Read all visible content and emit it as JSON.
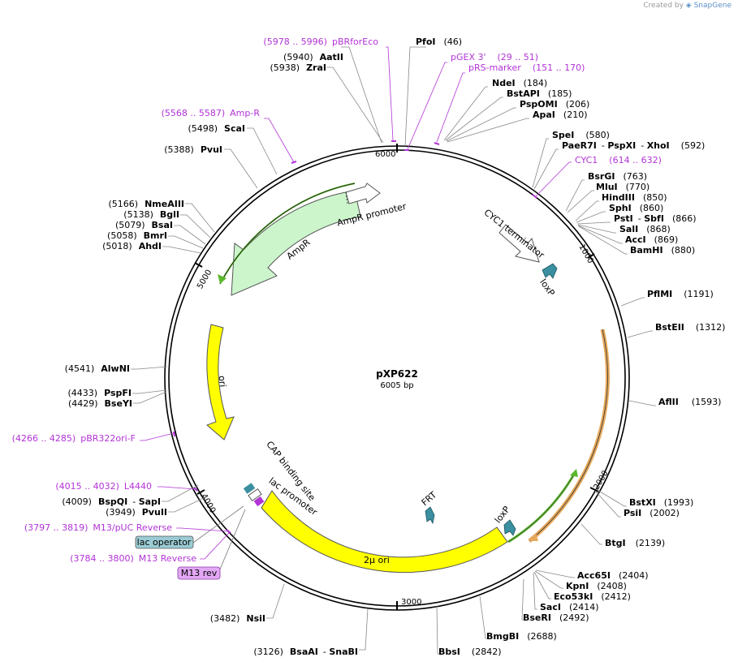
{
  "credit": {
    "prefix": "Created by",
    "brand": "SnapGene"
  },
  "plasmid": {
    "name": "pXP622",
    "length_label": "6005 bp",
    "length": 6005
  },
  "ticks": [
    "1000",
    "2000",
    "3000",
    "4000",
    "5000",
    "6000"
  ],
  "enzymes_right": [
    {
      "name": "PfoI",
      "pos": "(46)"
    },
    {
      "name": "NdeI",
      "pos": "(184)"
    },
    {
      "name": "BstAPI",
      "pos": "(185)"
    },
    {
      "name": "PspOMI",
      "pos": "(206)"
    },
    {
      "name": "ApaI",
      "pos": "(210)"
    },
    {
      "name": "SpeI",
      "pos": "(580)"
    },
    {
      "name": "PaeR7I",
      "extra": "PspXI",
      "extra2": "XhoI",
      "pos": "(592)"
    },
    {
      "name": "BsrGI",
      "pos": "(763)"
    },
    {
      "name": "MluI",
      "pos": "(770)"
    },
    {
      "name": "HindIII",
      "pos": "(850)"
    },
    {
      "name": "SphI",
      "pos": "(860)"
    },
    {
      "name": "PstI",
      "extra": "SbfI",
      "pos": "(866)"
    },
    {
      "name": "SalI",
      "pos": "(868)"
    },
    {
      "name": "AccI",
      "pos": "(869)"
    },
    {
      "name": "BamHI",
      "pos": "(880)"
    },
    {
      "name": "PflMI",
      "pos": "(1191)"
    },
    {
      "name": "BstEII",
      "pos": "(1312)"
    },
    {
      "name": "AflII",
      "pos": "(1593)"
    },
    {
      "name": "BstXI",
      "pos": "(1993)"
    },
    {
      "name": "PsiI",
      "pos": "(2002)"
    },
    {
      "name": "BtgI",
      "pos": "(2139)"
    },
    {
      "name": "Acc65I",
      "pos": "(2404)"
    },
    {
      "name": "KpnI",
      "pos": "(2408)"
    },
    {
      "name": "Eco53kI",
      "pos": "(2412)"
    },
    {
      "name": "SacI",
      "pos": "(2414)"
    },
    {
      "name": "BseRI",
      "pos": "(2492)"
    },
    {
      "name": "BmgBI",
      "pos": "(2688)"
    },
    {
      "name": "BbsI",
      "pos": "(2842)"
    }
  ],
  "enzymes_left": [
    {
      "name": "AatII",
      "pos": "(5940)"
    },
    {
      "name": "ZraI",
      "pos": "(5938)"
    },
    {
      "name": "ScaI",
      "pos": "(5498)"
    },
    {
      "name": "PvuI",
      "pos": "(5388)"
    },
    {
      "name": "NmeAIII",
      "pos": "(5166)"
    },
    {
      "name": "BglI",
      "pos": "(5138)"
    },
    {
      "name": "BsaI",
      "pos": "(5079)"
    },
    {
      "name": "BmrI",
      "pos": "(5058)"
    },
    {
      "name": "AhdI",
      "pos": "(5018)"
    },
    {
      "name": "AlwNI",
      "pos": "(4541)"
    },
    {
      "name": "PspFI",
      "pos": "(4433)"
    },
    {
      "name": "BseYI",
      "pos": "(4429)"
    },
    {
      "name": "BspQI",
      "extra": "SapI",
      "pos": "(4009)"
    },
    {
      "name": "PvuII",
      "pos": "(3949)"
    },
    {
      "name": "NsiI",
      "pos": "(3482)"
    },
    {
      "name": "BsaAI",
      "extra": "SnaBI",
      "pos": "(3126)"
    }
  ],
  "primers": [
    {
      "name": "pBRforEco",
      "range": "(5978 .. 5996)"
    },
    {
      "name": "pGEX 3'",
      "range": "(29 .. 51)"
    },
    {
      "name": "pRS-marker",
      "range": "(151 .. 170)"
    },
    {
      "name": "CYC1",
      "range": "(614 .. 632)"
    },
    {
      "name": "Amp-R",
      "range": "(5568 .. 5587)"
    },
    {
      "name": "pBR322ori-F",
      "range": "(4266 .. 4285)"
    },
    {
      "name": "L4440",
      "range": "(4015 .. 4032)"
    },
    {
      "name": "M13/pUC Reverse",
      "range": "(3797 .. 3819)"
    },
    {
      "name": "M13 Reverse",
      "range": "(3784 .. 3800)"
    }
  ],
  "features": {
    "ampr": "AmpR",
    "ampr_promoter": "AmpR promoter",
    "ori": "ori",
    "two_mu_ori": "2μ ori",
    "cyc1_terminator": "CYC1 terminator",
    "loxp_top": "loxP",
    "loxp_bottom": "loxP",
    "frt": "FRT",
    "cap_site": "CAP binding site",
    "lac_promoter": "lac promoter",
    "lac_operator": "lac operator",
    "m13_rev": "M13 rev"
  },
  "colors": {
    "primer": "#b233d6",
    "ampr_fill": "#ccf5cc",
    "ori_fill": "#ffff00",
    "green_arc": "#5cb82e",
    "orange_arc": "#e6a95c",
    "loxp_fill": "#3a8fa0",
    "lac_operator_fill": "#9bcbd4",
    "m13_rev_fill": "#e3a8f5"
  }
}
